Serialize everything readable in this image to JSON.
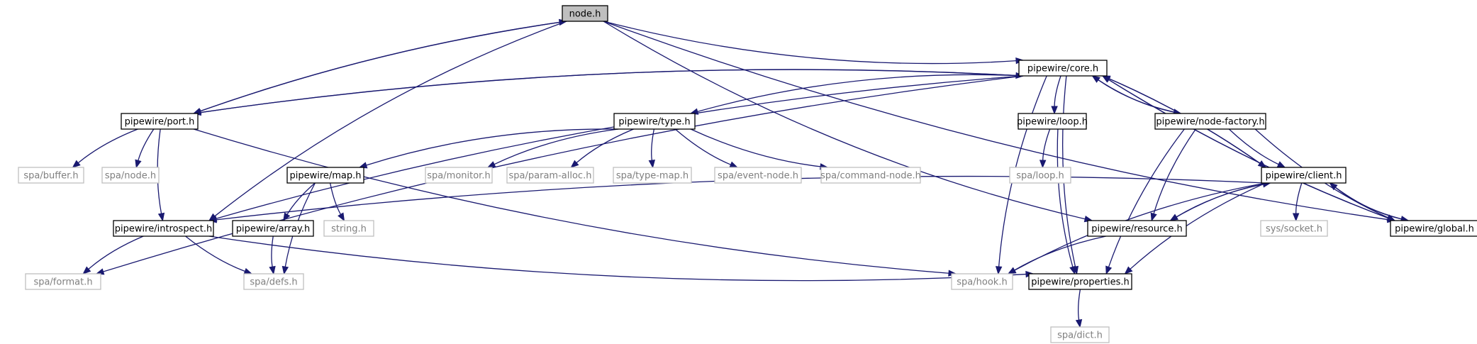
{
  "graph": {
    "root": "node.h",
    "nodes": [
      {
        "id": "node_h",
        "label": "node.h",
        "kind": "root"
      },
      {
        "id": "core",
        "label": "pipewire/core.h",
        "kind": "internal"
      },
      {
        "id": "port",
        "label": "pipewire/port.h",
        "kind": "internal"
      },
      {
        "id": "type",
        "label": "pipewire/type.h",
        "kind": "internal"
      },
      {
        "id": "loop",
        "label": "pipewire/loop.h",
        "kind": "internal"
      },
      {
        "id": "nodefactory",
        "label": "pipewire/node-factory.h",
        "kind": "internal"
      },
      {
        "id": "map",
        "label": "pipewire/map.h",
        "kind": "internal"
      },
      {
        "id": "client",
        "label": "pipewire/client.h",
        "kind": "internal"
      },
      {
        "id": "introspect",
        "label": "pipewire/introspect.h",
        "kind": "internal"
      },
      {
        "id": "array",
        "label": "pipewire/array.h",
        "kind": "internal"
      },
      {
        "id": "resource",
        "label": "pipewire/resource.h",
        "kind": "internal"
      },
      {
        "id": "global",
        "label": "pipewire/global.h",
        "kind": "internal"
      },
      {
        "id": "properties",
        "label": "pipewire/properties.h",
        "kind": "internal"
      },
      {
        "id": "buffer",
        "label": "spa/buffer.h",
        "kind": "external"
      },
      {
        "id": "spanode",
        "label": "spa/node.h",
        "kind": "external"
      },
      {
        "id": "monitor",
        "label": "spa/monitor.h",
        "kind": "external"
      },
      {
        "id": "paramalloc",
        "label": "spa/param-alloc.h",
        "kind": "external"
      },
      {
        "id": "typemap",
        "label": "spa/type-map.h",
        "kind": "external"
      },
      {
        "id": "eventnode",
        "label": "spa/event-node.h",
        "kind": "external"
      },
      {
        "id": "commandnode",
        "label": "spa/command-node.h",
        "kind": "external"
      },
      {
        "id": "spaloop",
        "label": "spa/loop.h",
        "kind": "external"
      },
      {
        "id": "stringh",
        "label": "string.h",
        "kind": "external"
      },
      {
        "id": "socket",
        "label": "sys/socket.h",
        "kind": "external"
      },
      {
        "id": "format",
        "label": "spa/format.h",
        "kind": "external"
      },
      {
        "id": "defs",
        "label": "spa/defs.h",
        "kind": "external"
      },
      {
        "id": "hook",
        "label": "spa/hook.h",
        "kind": "external"
      },
      {
        "id": "dict",
        "label": "spa/dict.h",
        "kind": "external"
      }
    ],
    "edges": [
      {
        "from": "node_h",
        "to": "core"
      },
      {
        "from": "node_h",
        "to": "port"
      },
      {
        "from": "node_h",
        "to": "introspect"
      },
      {
        "from": "node_h",
        "to": "resource"
      },
      {
        "from": "node_h",
        "to": "global"
      },
      {
        "from": "port",
        "to": "node_h"
      },
      {
        "from": "core",
        "to": "port"
      },
      {
        "from": "port",
        "to": "core"
      },
      {
        "from": "core",
        "to": "type"
      },
      {
        "from": "core",
        "to": "loop"
      },
      {
        "from": "core",
        "to": "nodefactory"
      },
      {
        "from": "core",
        "to": "client"
      },
      {
        "from": "core",
        "to": "global"
      },
      {
        "from": "core",
        "to": "introspect"
      },
      {
        "from": "core",
        "to": "format"
      },
      {
        "from": "core",
        "to": "hook"
      },
      {
        "from": "core",
        "to": "properties"
      },
      {
        "from": "nodefactory",
        "to": "core"
      },
      {
        "from": "client",
        "to": "core"
      },
      {
        "from": "global",
        "to": "core"
      },
      {
        "from": "port",
        "to": "buffer"
      },
      {
        "from": "port",
        "to": "spanode"
      },
      {
        "from": "port",
        "to": "introspect"
      },
      {
        "from": "port",
        "to": "hook"
      },
      {
        "from": "type",
        "to": "map"
      },
      {
        "from": "type",
        "to": "monitor"
      },
      {
        "from": "type",
        "to": "paramalloc"
      },
      {
        "from": "type",
        "to": "typemap"
      },
      {
        "from": "type",
        "to": "eventnode"
      },
      {
        "from": "type",
        "to": "commandnode"
      },
      {
        "from": "map",
        "to": "array"
      },
      {
        "from": "map",
        "to": "stringh"
      },
      {
        "from": "map",
        "to": "defs"
      },
      {
        "from": "array",
        "to": "defs"
      },
      {
        "from": "loop",
        "to": "spaloop"
      },
      {
        "from": "loop",
        "to": "properties"
      },
      {
        "from": "nodefactory",
        "to": "client"
      },
      {
        "from": "nodefactory",
        "to": "resource"
      },
      {
        "from": "nodefactory",
        "to": "global"
      },
      {
        "from": "nodefactory",
        "to": "properties"
      },
      {
        "from": "client",
        "to": "introspect"
      },
      {
        "from": "client",
        "to": "resource"
      },
      {
        "from": "resource",
        "to": "client"
      },
      {
        "from": "client",
        "to": "socket"
      },
      {
        "from": "client",
        "to": "global"
      },
      {
        "from": "global",
        "to": "client"
      },
      {
        "from": "client",
        "to": "hook"
      },
      {
        "from": "client",
        "to": "properties"
      },
      {
        "from": "introspect",
        "to": "format"
      },
      {
        "from": "introspect",
        "to": "defs"
      },
      {
        "from": "introspect",
        "to": "properties"
      },
      {
        "from": "resource",
        "to": "hook"
      },
      {
        "from": "properties",
        "to": "dict"
      }
    ]
  }
}
